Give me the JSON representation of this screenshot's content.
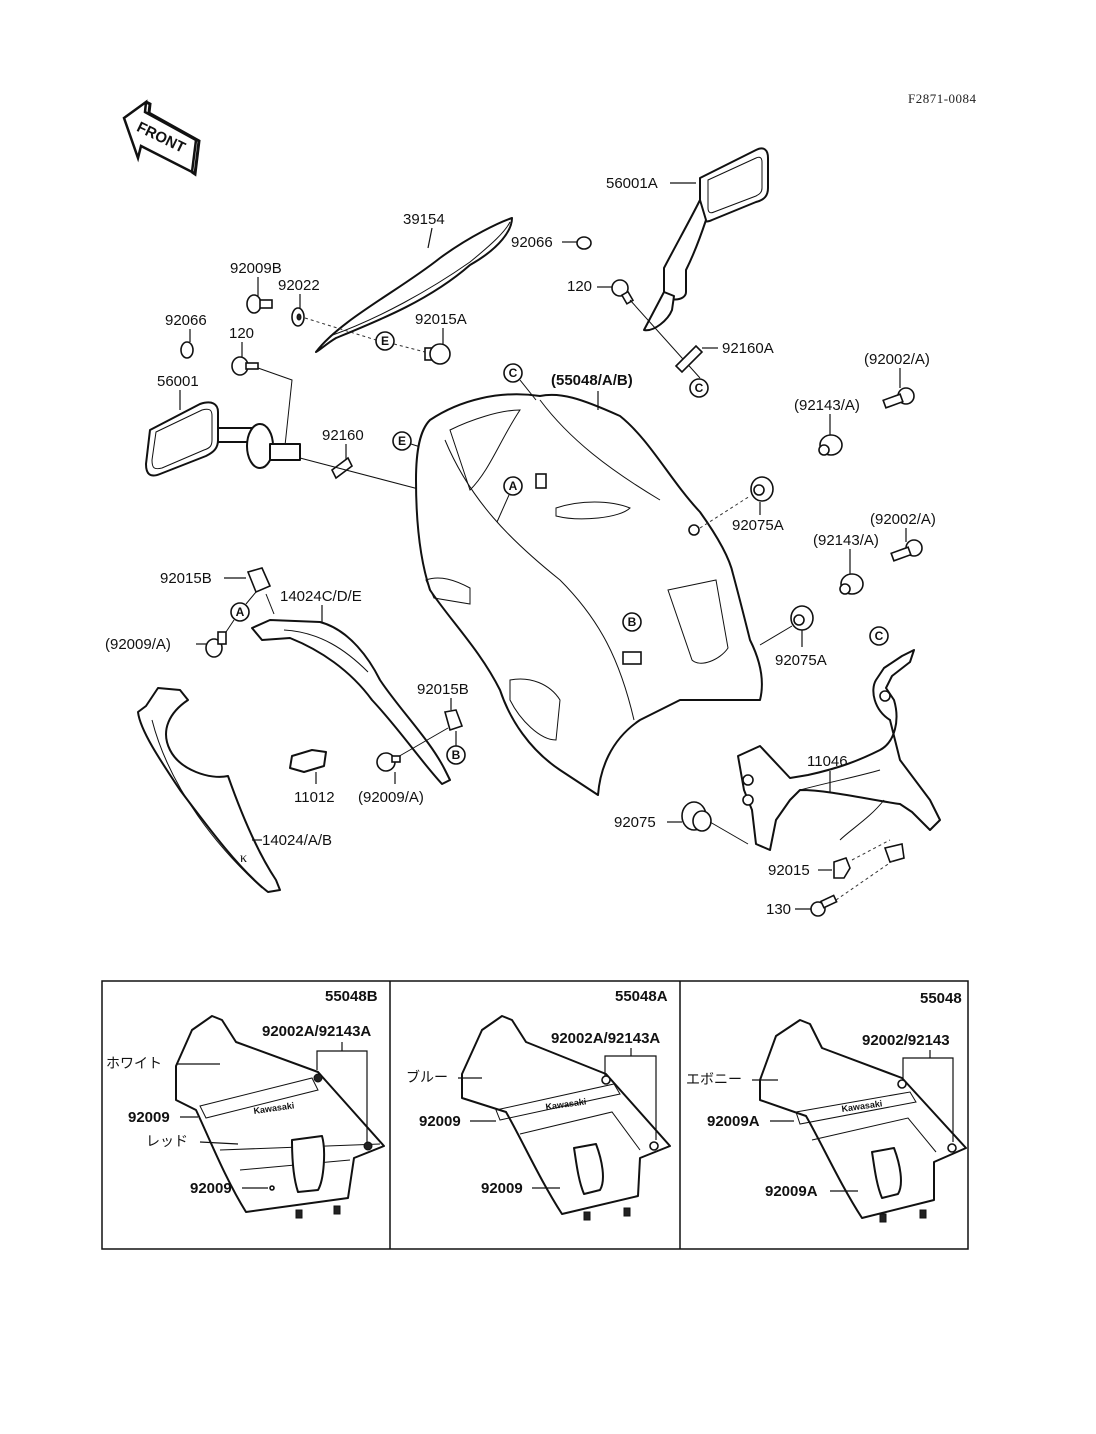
{
  "diagram": {
    "reference_code": "F2871-0084",
    "front_arrow_label": "FRONT",
    "parts": {
      "windshield": "39154",
      "mirror_left": "56001",
      "mirror_right": "56001A",
      "screw_92009B": "92009B",
      "washer_92022": "92022",
      "cap_92066_left": "92066",
      "cap_92066_right": "92066",
      "bolt_120_left": "120",
      "bolt_120_right": "120",
      "nut_92015A": "92015A",
      "plate_92160": "92160",
      "plate_92160A": "92160A",
      "cowling": "(55048/A/B)",
      "bolt_92002_upper": "(92002/A)",
      "grommet_92143_upper": "(92143/A)",
      "bolt_92002_lower": "(92002/A)",
      "grommet_92143_lower": "(92143/A)",
      "damper_92075A_upper": "92075A",
      "damper_92075A_lower": "92075A",
      "damper_92075": "92075",
      "bracket_11046": "11046",
      "nut_92015": "92015",
      "bolt_130": "130",
      "nut_92015B_upper": "92015B",
      "nut_92015B_lower": "92015B",
      "panel_14024CDE": "14024C/D/E",
      "screw_92009A_upper": "(92009/A)",
      "screw_92009A_lower": "(92009/A)",
      "clip_11012": "11012",
      "panel_14024AB": "14024/A/B"
    },
    "reference_markers": [
      "A",
      "B",
      "C",
      "E"
    ]
  },
  "variants": [
    {
      "part_number": "55048B",
      "fastener_label": "92002A/92143A",
      "color_labels": [
        "ホワイト",
        "レッド"
      ],
      "screw_labels": [
        "92009",
        "92009"
      ]
    },
    {
      "part_number": "55048A",
      "fastener_label": "92002A/92143A",
      "color_labels": [
        "ブルー"
      ],
      "screw_labels": [
        "92009",
        "92009"
      ]
    },
    {
      "part_number": "55048",
      "fastener_label": "92002/92143",
      "color_labels": [
        "エボニー"
      ],
      "screw_labels": [
        "92009A",
        "92009A"
      ]
    }
  ]
}
